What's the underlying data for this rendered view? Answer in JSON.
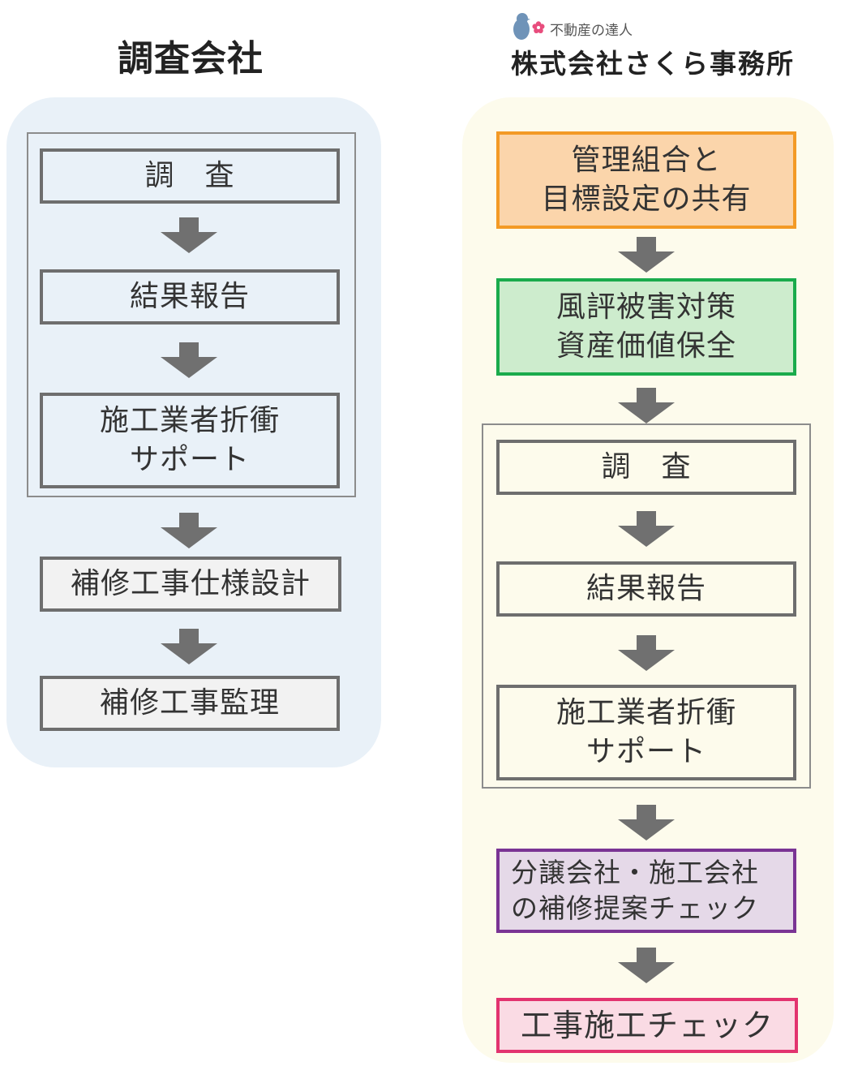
{
  "left": {
    "title": "調査会社",
    "steps": [
      "調　査",
      "結果報告",
      "施工業者折衝\nサポート",
      "補修工事仕様設計",
      "補修工事監理"
    ]
  },
  "right": {
    "logo": {
      "tagline": "不動産の達人",
      "company": "株式会社さくら事務所"
    },
    "steps": [
      "管理組合と\n目標設定の共有",
      "風評被害対策\n資産価値保全",
      "調　査",
      "結果報告",
      "施工業者折衝\nサポート",
      "分譲会社・施工会社\nの補修提案チェック",
      "工事施工チェック"
    ]
  },
  "colors": {
    "left_panel": "#e9f1f8",
    "right_panel": "#fdfbec",
    "arrow": "#707070",
    "orange_border": "#f39a26",
    "green_border": "#1aab4c",
    "purple_border": "#7a3494",
    "pink_border": "#e2336f"
  }
}
